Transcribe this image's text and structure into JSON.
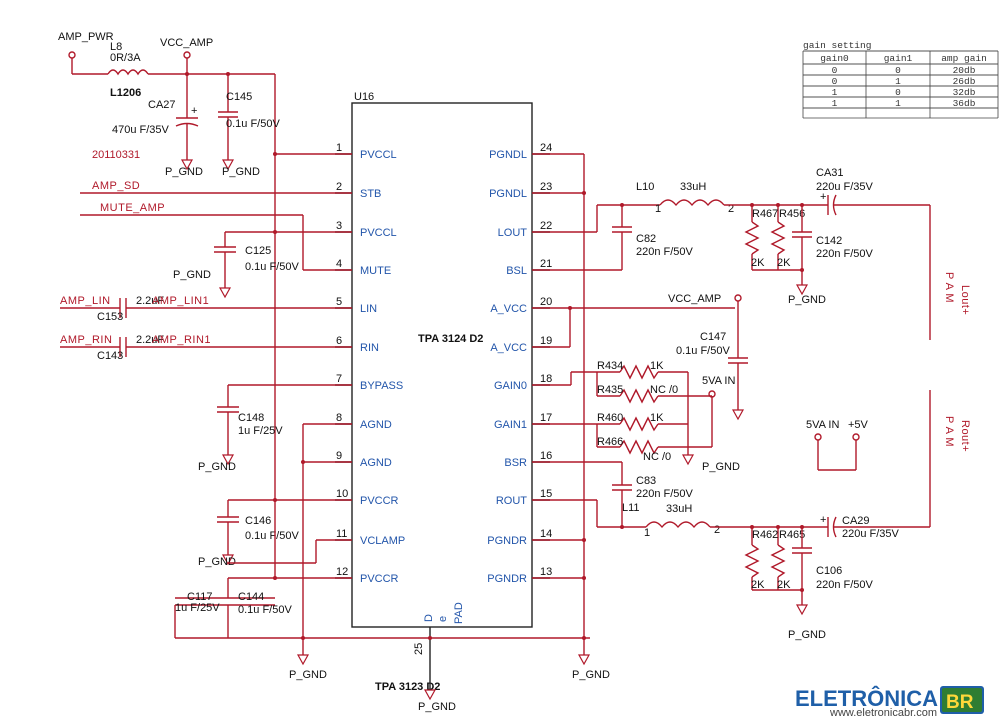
{
  "ic": {
    "ref": "U16",
    "name": "TPA 3124 D2",
    "alt_name": "TPA 3123 D2",
    "pad_label": "PAD",
    "pad_pin": "25",
    "pad_d": "D",
    "pad_e": "e",
    "left_pins": [
      {
        "num": "1",
        "name": "PVCCL"
      },
      {
        "num": "2",
        "name": "STB"
      },
      {
        "num": "3",
        "name": "PVCCL"
      },
      {
        "num": "4",
        "name": "MUTE"
      },
      {
        "num": "5",
        "name": "LIN"
      },
      {
        "num": "6",
        "name": "RIN"
      },
      {
        "num": "7",
        "name": "BYPASS"
      },
      {
        "num": "8",
        "name": "AGND"
      },
      {
        "num": "9",
        "name": "AGND"
      },
      {
        "num": "10",
        "name": "PVCCR"
      },
      {
        "num": "11",
        "name": "VCLAMP"
      },
      {
        "num": "12",
        "name": "PVCCR"
      }
    ],
    "right_pins": [
      {
        "num": "24",
        "name": "PGNDL"
      },
      {
        "num": "23",
        "name": "PGNDL"
      },
      {
        "num": "22",
        "name": "LOUT"
      },
      {
        "num": "21",
        "name": "BSL"
      },
      {
        "num": "20",
        "name": "A_VCC"
      },
      {
        "num": "19",
        "name": "A_VCC"
      },
      {
        "num": "18",
        "name": "GAIN0"
      },
      {
        "num": "17",
        "name": "GAIN1"
      },
      {
        "num": "16",
        "name": "BSR"
      },
      {
        "num": "15",
        "name": "ROUT"
      },
      {
        "num": "14",
        "name": "PGNDR"
      },
      {
        "num": "13",
        "name": "PGNDR"
      }
    ]
  },
  "nets": {
    "amp_pwr": "AMP_PWR",
    "vcc_amp": "VCC_AMP",
    "vcc_amp2": "VCC_AMP",
    "amp_sd": "AMP_SD",
    "mute_amp": "MUTE_AMP",
    "amp_lin": "AMP_LIN",
    "amp_rin": "AMP_RIN",
    "amp_lin1": "AMP_LIN1",
    "amp_rin1": "AMP_RIN1",
    "v5a_in": "5VA IN",
    "v5a_in2": "5VA IN",
    "p5v": "+5V",
    "lout_p": "Lout+",
    "lout_sym": "P A M",
    "rout_p": "Rout+",
    "rout_sym": "P A M",
    "date": "20110331"
  },
  "components": {
    "l8_ref": "L8",
    "l8_val": "0R/3A",
    "l8_pkg": "L1206",
    "ca27_ref": "CA27",
    "ca27_val": "470u F/35V",
    "c145_ref": "C145",
    "c145_val": "0.1u F/50V",
    "c125_ref": "C125",
    "c125_val": "0.1u F/50V",
    "c153_ref": "C153",
    "c153_val": "2.2uF",
    "c143_ref": "C143",
    "c143_val": "2.2uF",
    "c148_ref": "C148",
    "c148_val": "1u F/25V",
    "c146_ref": "C146",
    "c146_val": "0.1u F/50V",
    "c117_ref": "C117",
    "c117_val": "1u F/25V",
    "c144_ref": "C144",
    "c144_val": "0.1u F/50V",
    "l10_ref": "L10",
    "l10_val": "33uH",
    "l11_ref": "L11",
    "l11_val": "33uH",
    "c82_ref": "C82",
    "c82_val": "220n F/50V",
    "c83_ref": "C83",
    "c83_val": "220n F/50V",
    "ca31_ref": "CA31",
    "ca31_val": "220u F/35V",
    "ca29_ref": "CA29",
    "ca29_val": "220u F/35V",
    "c142_ref": "C142",
    "c142_val": "220n F/50V",
    "c106_ref": "C106",
    "c106_val": "220n F/50V",
    "c147_ref": "C147",
    "c147_val": "0.1u F/50V",
    "r467": "R467",
    "r456": "R456",
    "r462": "R462",
    "r465": "R465",
    "r_2k": "2K",
    "r434": "R434",
    "r434_val": "1K",
    "r435": "R435",
    "r435_val": "NC /0",
    "r460": "R460",
    "r460_val": "1K",
    "r466": "R466",
    "r466_val": "NC /0",
    "pin1": "1",
    "pin2": "2"
  },
  "gnd_label": "P_GND",
  "gain_table": {
    "title": "gain setting",
    "headers": [
      "gain0",
      "gain1",
      "amp gain"
    ],
    "rows": [
      [
        "0",
        "0",
        "20db"
      ],
      [
        "0",
        "1",
        "26db"
      ],
      [
        "1",
        "0",
        "32db"
      ],
      [
        "1",
        "1",
        "36db"
      ]
    ]
  },
  "logo": {
    "text": "ELETRÔNICA",
    "badge": "BR",
    "url": "www.eletronicabr.com"
  },
  "colors": {
    "wire": "#b0192a",
    "pin_text": "#2255aa",
    "logo_blue": "#1f5fa8"
  }
}
